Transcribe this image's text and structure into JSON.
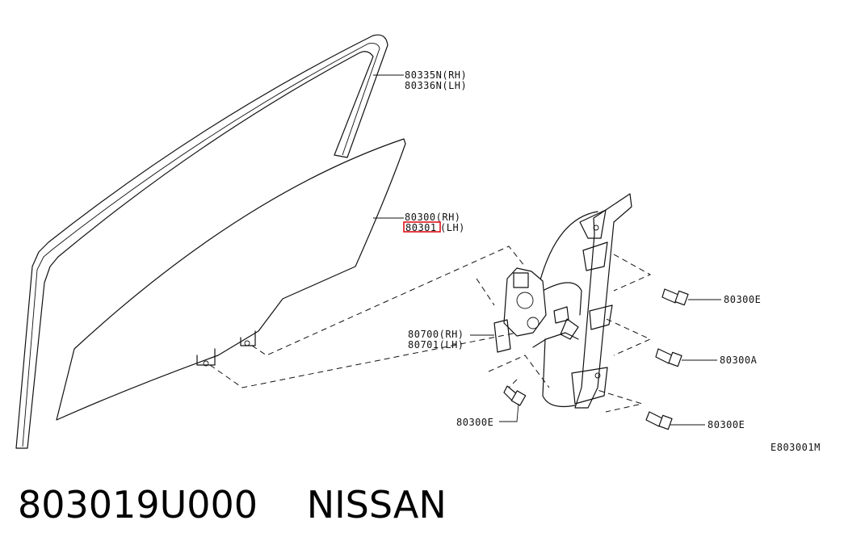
{
  "diagram": {
    "callouts": {
      "run_channel_rh": "80335N(RH)",
      "run_channel_lh": "80336N(LH)",
      "glass_rh": "80300(RH)",
      "glass_lh_part": "80301",
      "glass_lh_side": "(LH)",
      "regulator_rh": "80700(RH)",
      "regulator_lh": "80701(LH)",
      "bolt_upper_right": "80300E",
      "bolt_middle_right": "80300A",
      "bolt_lower_left": "80300E",
      "bolt_lower_right": "80300E"
    },
    "figure_code": "E803001M",
    "highlight_color": "#e0101a"
  },
  "caption": {
    "part_number": "803019U000",
    "brand": "NISSAN"
  }
}
